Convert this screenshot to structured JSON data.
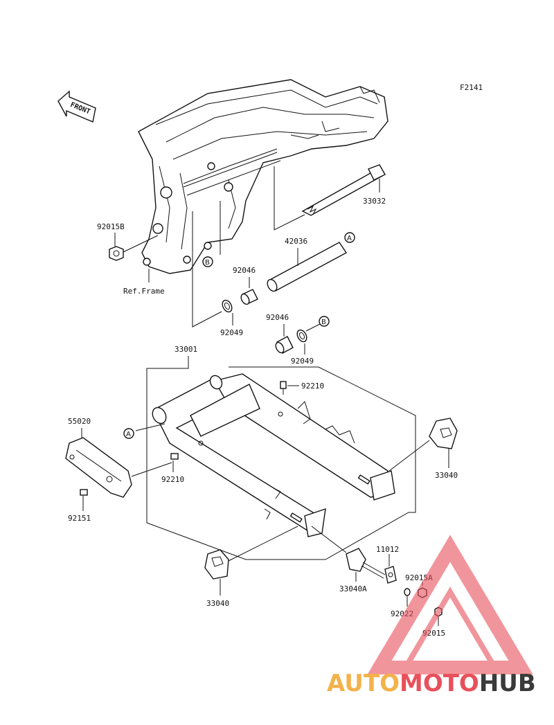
{
  "diagram": {
    "figure_code": "F2141",
    "front_label": "FRONT",
    "ref_frame_label": "Ref.Frame",
    "parts": {
      "p92015B": "92015B",
      "p33032": "33032",
      "p42036": "42036",
      "p92046_top": "92046",
      "p92049_top": "92049",
      "p92046_mid": "92046",
      "p92049_mid": "92049",
      "p33001": "33001",
      "p92210_top": "92210",
      "p55020": "55020",
      "p92210_left": "92210",
      "p92151": "92151",
      "p33040_right": "33040",
      "p33040_bottom": "33040",
      "p33040A": "33040A",
      "p11012": "11012",
      "p92015A": "92015A",
      "p92022": "92022",
      "p92015": "92015"
    },
    "callouts": {
      "a_top": "A",
      "b_top": "B",
      "b_mid": "B",
      "a_left": "A"
    }
  },
  "watermark": {
    "part1": "AUTO",
    "part2": "MOTO",
    "part3": "HUB",
    "colors": {
      "auto": "#f3b24a",
      "moto": "#e8505b",
      "hub": "#3a3a3a",
      "triangle": "#e8505b"
    }
  }
}
